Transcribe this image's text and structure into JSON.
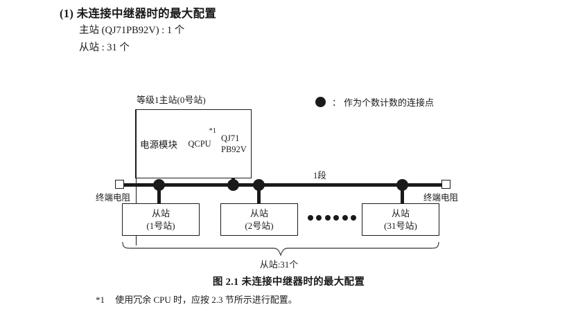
{
  "document": {
    "section_heading": "(1) 未连接中继器时的最大配置",
    "spec_lines": [
      "主站 (QJ71PB92V) : 1 个",
      "从站 : 31 个"
    ],
    "figure_caption": "图 2.1  未连接中继器时的最大配置",
    "footnote": {
      "mark": "*1",
      "text": "使用冗余 CPU 时，应按 2.3 节所示进行配置。"
    }
  },
  "legend": {
    "symbol": "filled-circle",
    "separator": "：",
    "text": "作为个数计数的连接点"
  },
  "figure": {
    "master": {
      "label": "等级1主站(0号站)",
      "cells": {
        "power": "电源模块",
        "cpu": "QCPU",
        "cpu_footnote": "*1",
        "network_line1": "QJ71",
        "network_line2": "PB92V"
      }
    },
    "bus": {
      "segment_label": "1段",
      "terminator_left_label": "终端电阻",
      "terminator_right_label": "终端电阻",
      "node_count": 4
    },
    "slaves": [
      {
        "title": "从站",
        "number": "(1号站)"
      },
      {
        "title": "从站",
        "number": "(2号站)"
      },
      {
        "title": "从站",
        "number": "(31号站)"
      }
    ],
    "ellipsis_dots": 6,
    "brace_label": "从站:31个"
  },
  "colors": {
    "ink": "#1a1a1a",
    "page": "#ffffff"
  }
}
